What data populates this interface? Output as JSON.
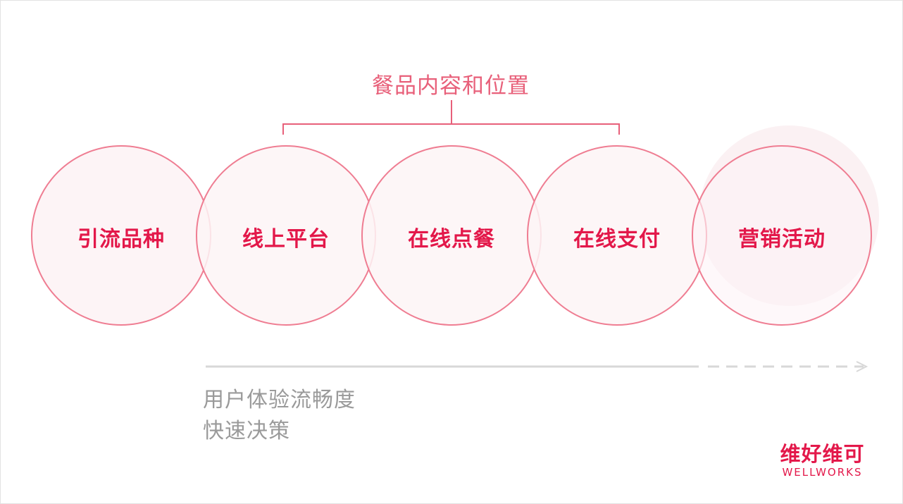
{
  "bracket": {
    "label": "餐品内容和位置"
  },
  "circles": [
    {
      "label": "引流品种"
    },
    {
      "label": "线上平台"
    },
    {
      "label": "在线点餐"
    },
    {
      "label": "在线支付"
    },
    {
      "label": "营销活动"
    }
  ],
  "flow": {
    "line1": "用户体验流畅度",
    "line2": "快速决策"
  },
  "brand": {
    "name_cn": "维好维可",
    "name_en": "WELLWORKS"
  },
  "colors": {
    "accent": "#e3184a",
    "circle_stroke": "#ef7d92",
    "circle_fill": "#fdf3f5",
    "bracket": "#e8607a",
    "arrow": "#d8d8d8",
    "muted_text": "#9a9a9a"
  }
}
